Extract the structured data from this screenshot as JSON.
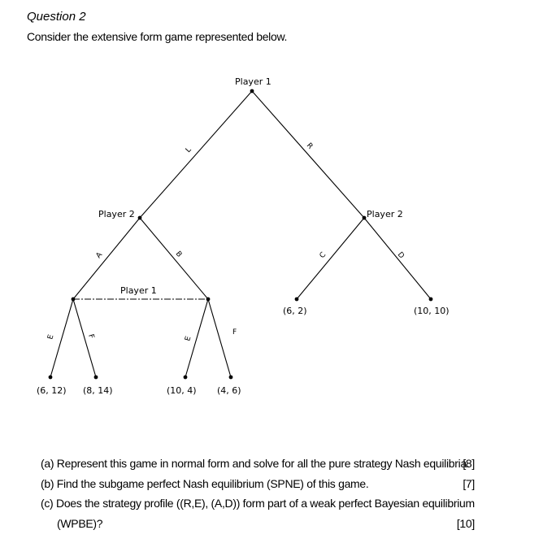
{
  "question": {
    "title": "Question 2",
    "intro": "Consider the extensive form game represented below."
  },
  "tree": {
    "player_labels": {
      "root": "Player 1",
      "left_p2": "Player 2",
      "right_p2": "Player 2",
      "info_set": "Player 1"
    },
    "actions": {
      "L": "L",
      "R": "R",
      "A": "A",
      "B": "B",
      "C": "C",
      "D": "D",
      "E1": "E",
      "F1": "F",
      "E2": "E",
      "F2": "F"
    },
    "payoffs": {
      "AE": "(6, 12)",
      "AF": "(8, 14)",
      "BE": "(10, 4)",
      "BF": "(4, 6)",
      "C": "(6, 2)",
      "D": "(10, 10)"
    }
  },
  "parts": [
    {
      "text": "(a) Represent this game in normal form and solve for all the pure strategy Nash equilibria.",
      "marks": "[8]"
    },
    {
      "text": "(b) Find the subgame perfect Nash equilibrium (SPNE) of this game.",
      "marks": "[7]"
    },
    {
      "text": "(c) Does the strategy profile ((R,E), (A,D)) form part of a weak perfect Bayesian equilibrium",
      "marks": ""
    },
    {
      "text": "(WPBE)?",
      "marks": "[10]"
    }
  ]
}
